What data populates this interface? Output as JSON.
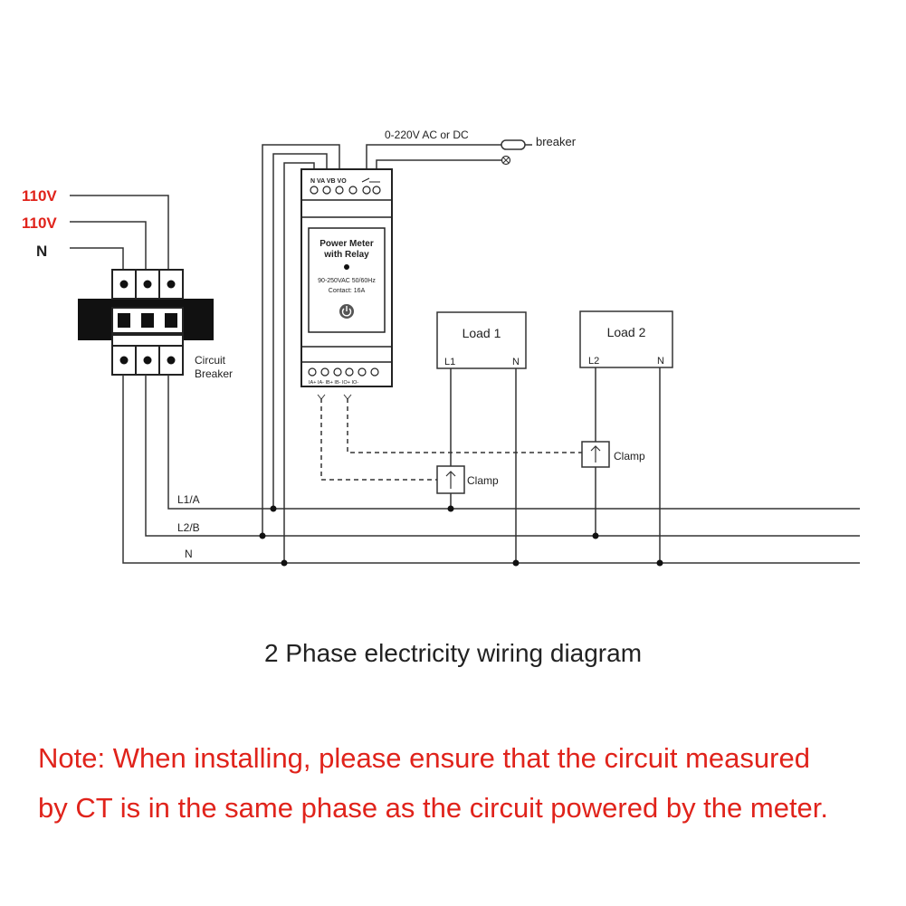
{
  "supply": {
    "v1": "110V",
    "v2": "110V",
    "n": "N"
  },
  "breaker_label_line1": "Circuit",
  "breaker_label_line2": "Breaker",
  "meter": {
    "top_terminals": "N  VA  VB  VO",
    "name_line1": "Power Meter",
    "name_line2": "with Relay",
    "spec_line1": "90-250VAC 50/60Hz",
    "spec_line2": "Contact: 16A",
    "bottom_terminals": "IA+ IA- IB+ IB- IO+ IO-"
  },
  "output": {
    "voltage": "0-220V AC or DC",
    "breaker": "breaker"
  },
  "loads": [
    {
      "name": "Load 1",
      "line": "L1",
      "neutral": "N"
    },
    {
      "name": "Load 2",
      "line": "L2",
      "neutral": "N"
    }
  ],
  "clamp_label": "Clamp",
  "bus": {
    "l1": "L1/A",
    "l2": "L2/B",
    "n": "N"
  },
  "title": "2 Phase electricity wiring diagram",
  "note_line1": "Note: When installing, please ensure that the circuit measured",
  "note_line2": "by CT is in the same phase as the circuit powered by the meter.",
  "colors": {
    "line": "#333333",
    "accent": "#e0231b"
  }
}
